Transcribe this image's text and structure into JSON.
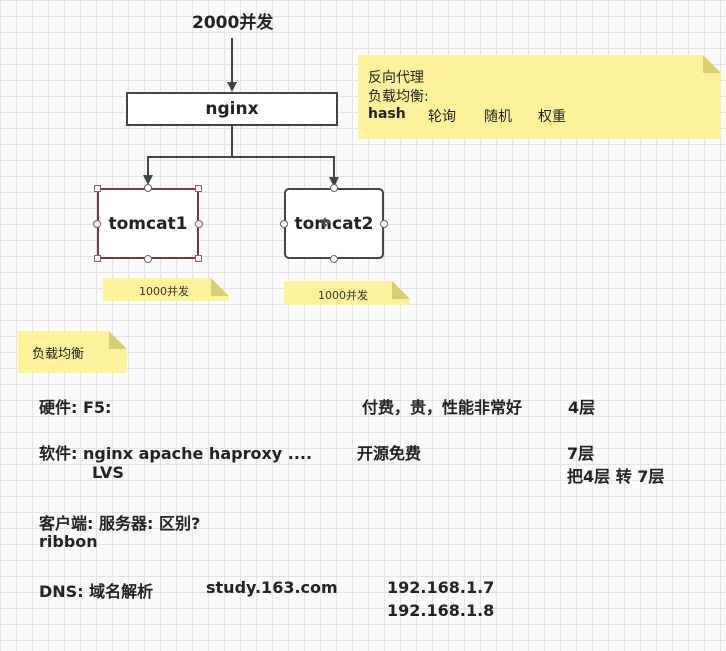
{
  "diagram": {
    "top_label": "2000并发",
    "nginx_label": "nginx",
    "tomcat1_label": "tomcat1",
    "tomcat2_label": "tomcat2",
    "note_main": {
      "line1": "反向代理",
      "line2": "负载均衡:",
      "line3_items": [
        "hash",
        "轮询",
        "随机",
        "权重"
      ]
    },
    "note_tomcat1": "1000并发",
    "note_tomcat2": "1000并发",
    "note_lb": "负载均衡"
  },
  "notes": {
    "hardware_label": "硬件:  F5:",
    "hardware_desc": "付费，贵，性能非常好",
    "hardware_layer": "4层",
    "software_label": "软件:  nginx   apache   haproxy ....",
    "software_desc": "开源免费",
    "software_layer": "7层",
    "software_lvs": "LVS",
    "software_lvs_desc": "把4层  转  7层",
    "client_line": "客户端:     服务器:      区别?",
    "ribbon": "ribbon",
    "dns_label": "DNS:  域名解析",
    "dns_domain": "study.163.com",
    "dns_ip1": "192.168.1.7",
    "dns_ip2": "192.168.1.8"
  },
  "colors": {
    "sticky": "#fbf29a",
    "sticky_fold": "#d8cf70",
    "line": "#444444",
    "selection_handle": "#a06060"
  }
}
